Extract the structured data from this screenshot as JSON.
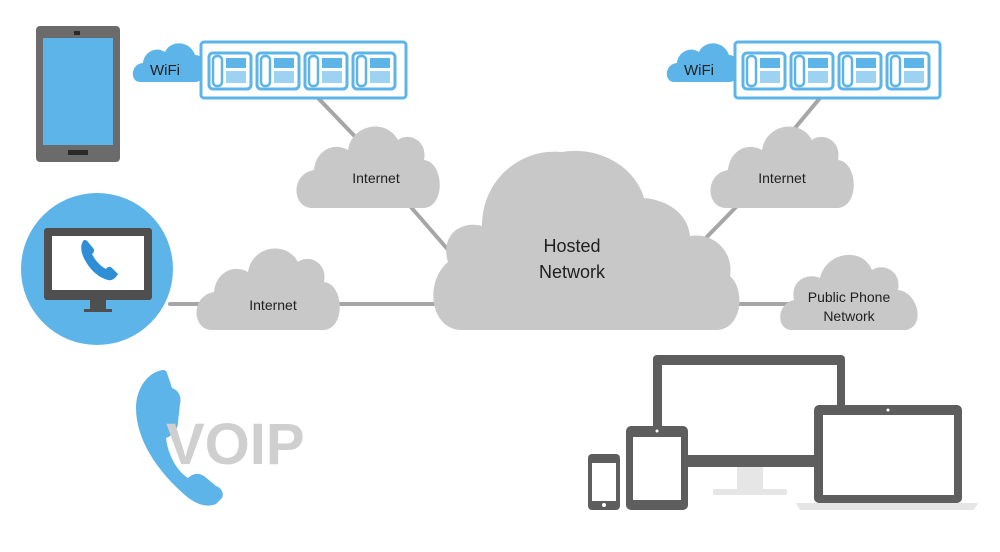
{
  "diagram": {
    "center_cloud": {
      "line1": "Hosted",
      "line2": "Network"
    },
    "clouds": {
      "top_left": "Internet",
      "top_right": "Internet",
      "left": "Internet",
      "right_line1": "Public Phone",
      "right_line2": "Network"
    },
    "wifi_left": "WiFi",
    "wifi_right": "WiFi",
    "logo_text": "VOIP",
    "colors": {
      "accent_blue": "#5db4e8",
      "cloud_gray": "#c8c8c8",
      "line_gray": "#a6a6a6",
      "device_dark": "#5e5e5e",
      "device_gray": "#6b6b6b"
    },
    "icons": [
      "tablet-icon",
      "desk-phone-icon",
      "monitor-phone-icon",
      "voip-phone-handset-icon",
      "smartphone-icon",
      "laptop-icon",
      "desktop-monitor-icon"
    ]
  }
}
